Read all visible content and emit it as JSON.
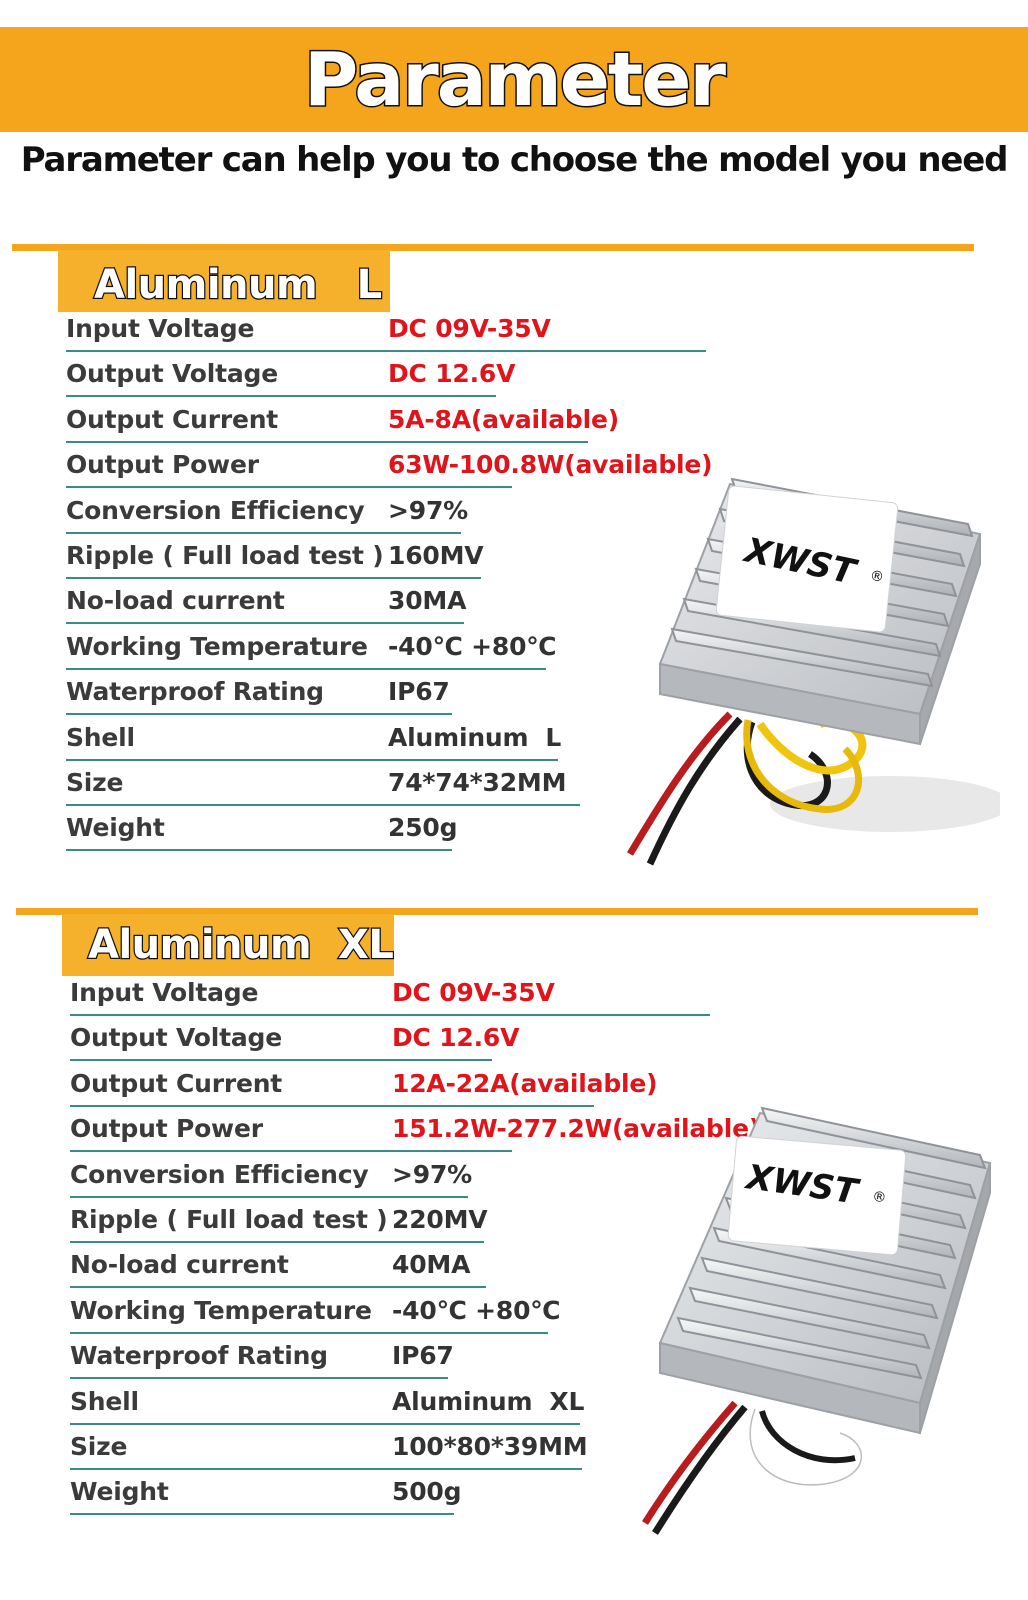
{
  "header": {
    "title": "Parameter",
    "subtitle": "Parameter can help you to choose the model you need"
  },
  "colors": {
    "accent": "#f5a51c",
    "highlight": "#e0141b",
    "rule": "#3a8a86"
  },
  "sections": [
    {
      "name": "Aluminum　L",
      "brand": "XWST",
      "registered": "®",
      "rows": [
        {
          "label": "Input Voltage",
          "value": "DC 09V-35V",
          "highlight": true
        },
        {
          "label": "Output Voltage",
          "value": "DC 12.6V",
          "highlight": true
        },
        {
          "label": "Output Current",
          "value": "5A-8A(available)",
          "highlight": true
        },
        {
          "label": "Output Power",
          "value": "63W-100.8W(available)",
          "highlight": true
        },
        {
          "label": "Conversion Efficiency",
          "value": ">97%",
          "highlight": false
        },
        {
          "label": "Ripple ( Full load test )",
          "value": "160MV",
          "highlight": false
        },
        {
          "label": "No-load current",
          "value": "30MA",
          "highlight": false
        },
        {
          "label": "Working Temperature",
          "value": "-40℃ +80℃",
          "highlight": false
        },
        {
          "label": "Waterproof Rating",
          "value": "IP67",
          "highlight": false
        },
        {
          "label": "Shell",
          "value": "Aluminum  L",
          "highlight": false
        },
        {
          "label": "Size",
          "value": "74*74*32MM",
          "highlight": false
        },
        {
          "label": "Weight",
          "value": "250g",
          "highlight": false
        }
      ]
    },
    {
      "name": "Aluminum  XL",
      "brand": "XWST",
      "registered": "®",
      "rows": [
        {
          "label": "Input Voltage",
          "value": "DC 09V-35V",
          "highlight": true
        },
        {
          "label": "Output Voltage",
          "value": "DC 12.6V",
          "highlight": true
        },
        {
          "label": "Output Current",
          "value": "12A-22A(available)",
          "highlight": true
        },
        {
          "label": "Output Power",
          "value": "151.2W-277.2W(available)",
          "highlight": true
        },
        {
          "label": "Conversion Efficiency",
          "value": ">97%",
          "highlight": false
        },
        {
          "label": "Ripple ( Full load test )",
          "value": "220MV",
          "highlight": false
        },
        {
          "label": "No-load current",
          "value": "40MA",
          "highlight": false
        },
        {
          "label": "Working Temperature",
          "value": "-40℃ +80℃",
          "highlight": false
        },
        {
          "label": "Waterproof Rating",
          "value": "IP67",
          "highlight": false
        },
        {
          "label": "Shell",
          "value": "Aluminum  XL",
          "highlight": false
        },
        {
          "label": "Size",
          "value": "100*80*39MM",
          "highlight": false
        },
        {
          "label": "Weight",
          "value": "500g",
          "highlight": false
        }
      ]
    }
  ]
}
